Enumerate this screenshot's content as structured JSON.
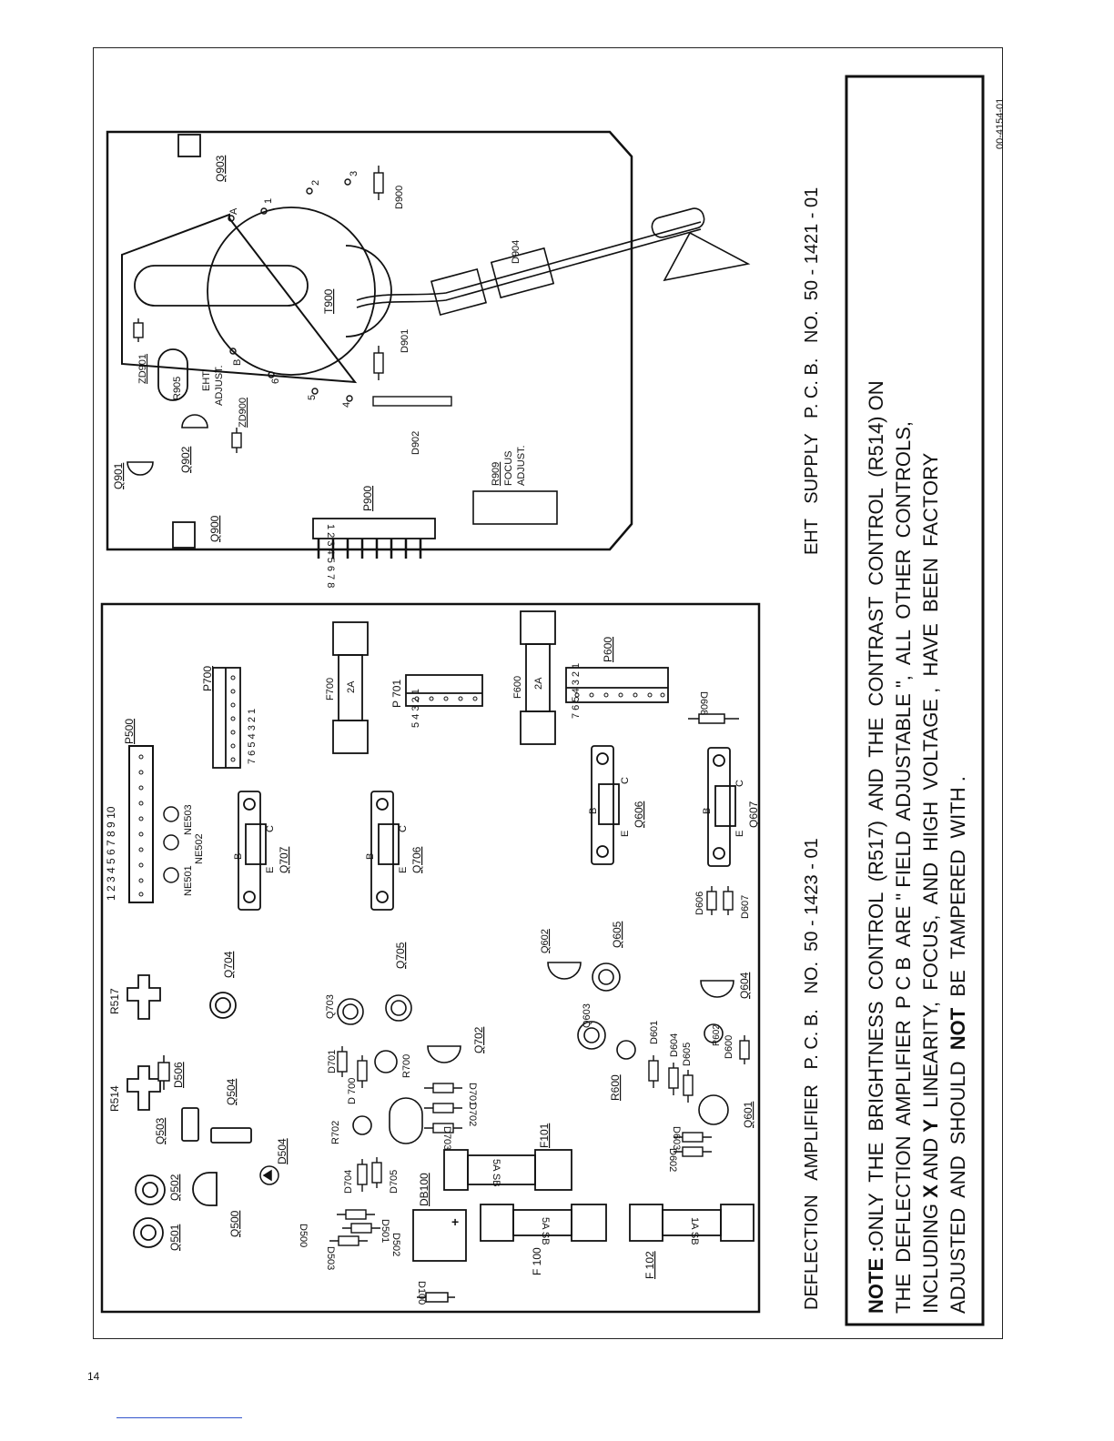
{
  "page_number": "14",
  "drawing_number": "00-4154-01",
  "deflection_title": "DEFLECTION   AMPLIFIER   P. C. B.   NO.  50 - 1423 - 01",
  "eht_title": "EHT   SUPPLY   P. C. B.   NO.  50 - 1421 - 01",
  "note": {
    "heading": "NOTE :",
    "line1": "ONLY  THE  BRIGHTNESS  CONTROL  (R517)  AND  THE  CONTRAST  CONTROL  (R514) ON",
    "line2": "THE  DEFLECTION  AMPLIFIER  P C B  ARE \" FIELD  ADJUSTABLE \",  ALL  OTHER  CONTROLS,",
    "line3_pre": "INCLUDING ",
    "line3_x": "X",
    "line3_mid": " AND ",
    "line3_y": "Y",
    "line3_post": "  LINEARITY,  FOCUS,  AND  HIGH  VOLTAGE ,  HAVE  BEEN  FACTORY",
    "line4_pre": "ADJUSTED  AND  SHOULD  ",
    "line4_not": "NOT",
    "line4_post": "  BE  TAMPERED  WITH ."
  },
  "deflection_board": {
    "connectors": {
      "P500": "P500",
      "P500_pins": "1 2 3 4 5 6 7 8 9 10",
      "P700": "P700",
      "P700_pins": "7 6 5 4 3 2 1",
      "P701": "P 701",
      "P701_pins": "5 4 3 2 1",
      "P600": "P600",
      "P600_pins": "7 6 5 4 3 2 1"
    },
    "fuses": {
      "F700": "F700",
      "F700_rating": "2A",
      "F600": "F600",
      "F600_rating": "2A",
      "F100": "F 100",
      "F100_rating": "5A SB",
      "F101": "F101",
      "F101_rating": "5A SB",
      "F102": "F 102",
      "F102_rating": "1A SB"
    },
    "controls": {
      "R514": "R514",
      "R517": "R517",
      "R600": "R600",
      "R602": "R602",
      "R700": "R700",
      "R702": "R702"
    },
    "transistors": {
      "Q501": "Q501",
      "Q502": "Q502",
      "Q500": "Q500",
      "Q503": "Q503",
      "Q504": "Q504",
      "Q704": "Q704",
      "Q703": "Q703",
      "Q705": "Q705",
      "Q702": "Q702",
      "Q602": "Q602",
      "Q605": "Q605",
      "Q603": "Q603",
      "Q604": "Q604",
      "Q601": "Q601",
      "Q707": "Q707",
      "Q706": "Q706",
      "Q606": "Q606",
      "Q607": "Q607"
    },
    "diodes": {
      "D506": "D506",
      "D504": "D504",
      "D500": "D500",
      "D501": "D501",
      "D502": "D502",
      "D503": "D503",
      "D100": "D100",
      "DB100": "DB100",
      "D700": "D 700",
      "D701": "D701",
      "D702": "D702",
      "D703": "D703",
      "D704": "D704",
      "D705": "D705",
      "D600": "D600",
      "D601": "D601",
      "D602": "D602",
      "D603": "D603",
      "D604": "D604",
      "D605": "D605",
      "D606": "D606",
      "D607": "D607",
      "D608": "D608"
    },
    "neons": {
      "NE501": "NE501",
      "NE502": "NE502",
      "NE503": "NE503"
    },
    "pins": {
      "E": "E",
      "B": "B",
      "C": "C"
    }
  },
  "eht_board": {
    "T900": "T900",
    "P900": "P900",
    "P900_pins": "1 2 3 4 5 6 7 8",
    "Q900": "Q900",
    "Q901": "Q901",
    "Q902": "Q902",
    "Q903": "Q903",
    "ZD900": "ZD900",
    "ZD901": "ZD901",
    "R905": "R905",
    "eht_adjust_1": "EHT",
    "eht_adjust_2": "ADJUST.",
    "R909": "R909",
    "focus_adjust_1": "FOCUS",
    "focus_adjust_2": "ADJUST.",
    "D900": "D900",
    "D901": "D901",
    "D902": "D902",
    "D904": "D904",
    "taps": {
      "t1": "1",
      "t2": "2",
      "t3": "3",
      "t4": "4",
      "t5": "5",
      "t6": "6",
      "tA": "A",
      "tB": "B"
    }
  }
}
